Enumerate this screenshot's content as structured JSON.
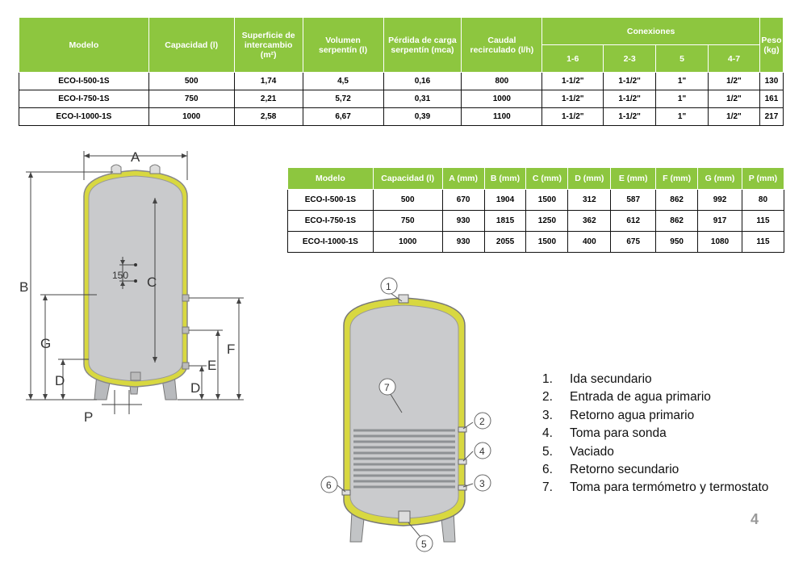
{
  "table1": {
    "headers": {
      "modelo": "Modelo",
      "capacidad": "Capacidad (l)",
      "superficie_line1": "Superficie de",
      "superficie_line2": "intercambio",
      "superficie_line3": "(m²)",
      "volumen_line1": "Volumen",
      "volumen_line2": "serpentín (l)",
      "perdida_line1": "Pérdida de carga",
      "perdida_line2": "serpentín (mca)",
      "caudal_line1": "Caudal",
      "caudal_line2": "recirculado (l/h)",
      "conexiones": "Conexiones",
      "conex_sub": [
        "1-6",
        "2-3",
        "5",
        "4-7"
      ],
      "peso_line1": "Peso",
      "peso_line2": "(kg)"
    },
    "rows": [
      [
        "ECO-I-500-1S",
        "500",
        "1,74",
        "4,5",
        "0,16",
        "800",
        "1-1/2\"",
        "1-1/2\"",
        "1\"",
        "1/2\"",
        "130"
      ],
      [
        "ECO-I-750-1S",
        "750",
        "2,21",
        "5,72",
        "0,31",
        "1000",
        "1-1/2\"",
        "1-1/2\"",
        "1\"",
        "1/2\"",
        "161"
      ],
      [
        "ECO-I-1000-1S",
        "1000",
        "2,58",
        "6,67",
        "0,39",
        "1100",
        "1-1/2\"",
        "1-1/2\"",
        "1\"",
        "1/2\"",
        "217"
      ]
    ]
  },
  "table2": {
    "headers": [
      "Modelo",
      "Capacidad (l)",
      "A (mm)",
      "B (mm)",
      "C (mm)",
      "D (mm)",
      "E (mm)",
      "F (mm)",
      "G (mm)",
      "P (mm)"
    ],
    "rows": [
      [
        "ECO-I-500-1S",
        "500",
        "670",
        "1904",
        "1500",
        "312",
        "587",
        "862",
        "992",
        "80"
      ],
      [
        "ECO-I-750-1S",
        "750",
        "930",
        "1815",
        "1250",
        "362",
        "612",
        "862",
        "917",
        "115"
      ],
      [
        "ECO-I-1000-1S",
        "1000",
        "930",
        "2055",
        "1500",
        "400",
        "675",
        "950",
        "1080",
        "115"
      ]
    ]
  },
  "diagram1": {
    "labels": {
      "A": "A",
      "B": "B",
      "C": "C",
      "D": "D",
      "D2": "D",
      "E": "E",
      "F": "F",
      "G": "G",
      "P": "P",
      "dim150": "150"
    }
  },
  "diagram2": {
    "callouts": [
      "1",
      "2",
      "3",
      "4",
      "5",
      "6",
      "7"
    ]
  },
  "legend": [
    {
      "num": "1.",
      "text": "Ida secundario"
    },
    {
      "num": "2.",
      "text": "Entrada de agua primario"
    },
    {
      "num": "3.",
      "text": "Retorno agua primario"
    },
    {
      "num": "4.",
      "text": "Toma para sonda"
    },
    {
      "num": "5.",
      "text": "Vaciado"
    },
    {
      "num": "6.",
      "text": "Retorno secundario"
    },
    {
      "num": "7.",
      "text": "Toma para termómetro y termostato"
    }
  ],
  "page_number": "4",
  "colors": {
    "header_green": "#8dc63f",
    "insulation_yellow": "#d8d840",
    "tank_gray": "#c9cacc"
  }
}
